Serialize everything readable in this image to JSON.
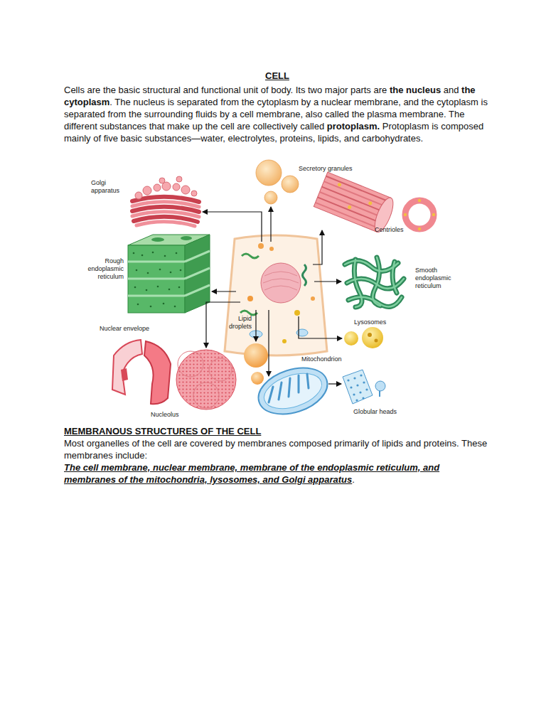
{
  "diagram": {
    "title": "CELL",
    "labels": [
      "Cells are the basic structural and functional unit of body. Its two major parts are",
      "the nucleus",
      "and",
      "the cytoplasm",
      ". The nucleus is separated from the cytoplasm by a nuclear membrane, and the cytoplasm is separated from the surrounding fluids by a cell membrane, also called the plasma membrane. The different substances that make up the cell are collectively called",
      "protoplasm.",
      "Protoplasm is composed mainly of five basic substances—water, electrolytes, proteins, lipids, and carbohydrates.",
      "Secretory granules",
      "Golgi apparatus",
      "Centrioles",
      "Rough endoplasmic reticulum",
      "Smooth endoplasmic reticulum",
      "Nuclear envelope",
      "Lipid droplets",
      "Lysosomes",
      "Mitochondrion",
      "Nucleolus",
      "Globular heads",
      "MEMBRANOUS STRUCTURES OF THE CELL",
      "Most organelles of the cell are covered by membranes composed primarily of lipids and proteins. These membranes include:",
      "The cell membrane, nuclear membrane, membrane of the endoplasmic reticulum, and membranes of the mitochondria, lysosomes, and Golgi apparatus",
      "."
    ]
  }
}
